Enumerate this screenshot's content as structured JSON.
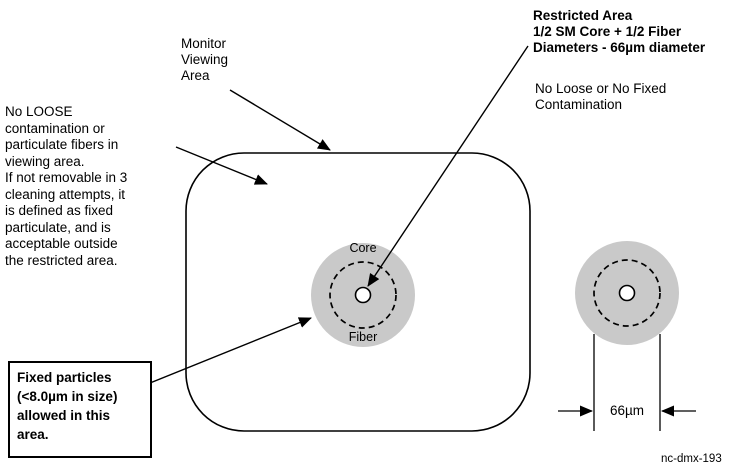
{
  "labels": {
    "monitor_viewing_area": "Monitor\nViewing\nArea",
    "restricted_area_title": "Restricted Area\n1/2 SM Core + 1/2 Fiber\nDiameters - 66µm diameter",
    "contamination_note": "No Loose or No Fixed\nContamination",
    "loose_contamination_note": "No LOOSE\ncontamination or\nparticulate fibers in\nviewing area.\nIf not removable in 3\ncleaning attempts, it\nis defined as fixed\nparticulate, and is\nacceptable outside\nthe restricted area.",
    "fixed_particles_note": "Fixed particles\n(<8.0µm in size)\nallowed in this\narea.",
    "core_label": "Core",
    "fiber_label": "Fiber",
    "dimension_label": "66µm",
    "figure_id": "nc-dmx-193"
  },
  "colors": {
    "fiber_fill": "#c9c9c9",
    "line": "#000000",
    "background": "#ffffff"
  }
}
